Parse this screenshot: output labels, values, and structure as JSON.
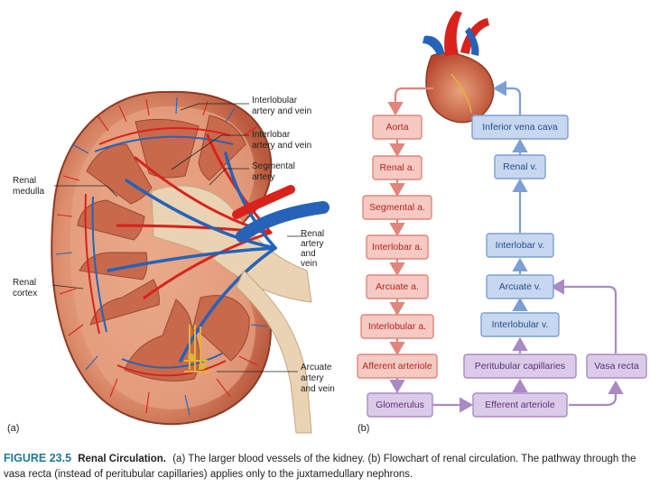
{
  "panel_labels": {
    "a": "(a)",
    "b": "(b)"
  },
  "kidney_labels": {
    "interlobular": [
      "Interlobular",
      "artery and vein"
    ],
    "interlobar": [
      "Interlobar",
      "artery and vein"
    ],
    "segmental": [
      "Segmental",
      "artery"
    ],
    "renal_medulla": [
      "Renal",
      "medulla"
    ],
    "renal_av": [
      "Renal",
      "artery",
      "and",
      "vein"
    ],
    "renal_cortex": [
      "Renal",
      "cortex"
    ],
    "arcuate": [
      "Arcuate",
      "artery",
      "and vein"
    ]
  },
  "flowchart": {
    "arterial": [
      "Aorta",
      "Renal a.",
      "Segmental a.",
      "Interlobar a.",
      "Arcuate a.",
      "Interlobular a.",
      "Afferent arteriole"
    ],
    "venous": [
      "Inferior vena cava",
      "Renal v.",
      "Interlobar v.",
      "Arcuate v.",
      "Interlobular v."
    ],
    "capillary": [
      "Glomerulus",
      "Efferent arteriole",
      "Peritubular capillaries",
      "Vasa recta"
    ]
  },
  "colors": {
    "arterial_fill": "#f6c9c3",
    "arterial_border": "#e2857a",
    "arterial_text": "#b1261f",
    "venous_fill": "#c7d7ef",
    "venous_border": "#7d9fd3",
    "venous_text": "#244e8f",
    "capillary_fill": "#dccbe8",
    "capillary_border": "#a98ac5",
    "capillary_text": "#5b2e7e",
    "artery_vessel": "#d8221c",
    "vein_vessel": "#2563b8",
    "caption_accent": "#1f7a9a"
  },
  "caption": {
    "figure": "FIGURE 23.5",
    "title": "Renal Circulation.",
    "text": "(a) The larger blood vessels of the kidney. (b) Flowchart of renal circulation. The pathway through the vasa recta (instead of peritubular capillaries) applies only to the juxtamedullary nephrons."
  }
}
